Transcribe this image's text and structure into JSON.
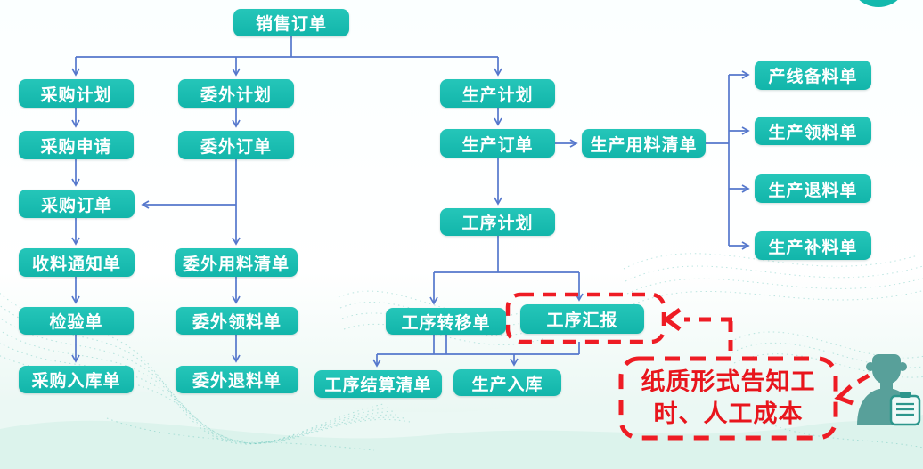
{
  "diagram": {
    "nodes": {
      "sales_order": "销售订单",
      "purchase_plan": "采购计划",
      "purchase_request": "采购申请",
      "purchase_order": "采购订单",
      "receipt_notice": "收料通知单",
      "inspection": "检验单",
      "purchase_inbound": "采购入库单",
      "outsource_plan": "委外计划",
      "outsource_order": "委外订单",
      "outsource_material_list": "委外用料清单",
      "outsource_picking": "委外领料单",
      "outsource_return": "委外退料单",
      "production_plan": "生产计划",
      "production_order": "生产订单",
      "production_material_list": "生产用料清单",
      "process_plan": "工序计划",
      "process_transfer": "工序转移单",
      "process_report": "工序汇报",
      "process_settlement": "工序结算清单",
      "production_inbound": "生产入库",
      "line_prep": "产线备料单",
      "production_picking": "生产领料单",
      "production_return": "生产退料单",
      "production_refill": "生产补料单"
    },
    "annotation": {
      "line1": "纸质形式告知工",
      "line2": "时、人工成本"
    },
    "colors": {
      "node_fill": "#17bdb1",
      "connector_blue": "#5577cc",
      "highlight_red": "#ee1c24",
      "person_teal": "#58a09a"
    },
    "icons": {
      "worker": "worker-icon",
      "notepad": "notepad-icon"
    }
  }
}
